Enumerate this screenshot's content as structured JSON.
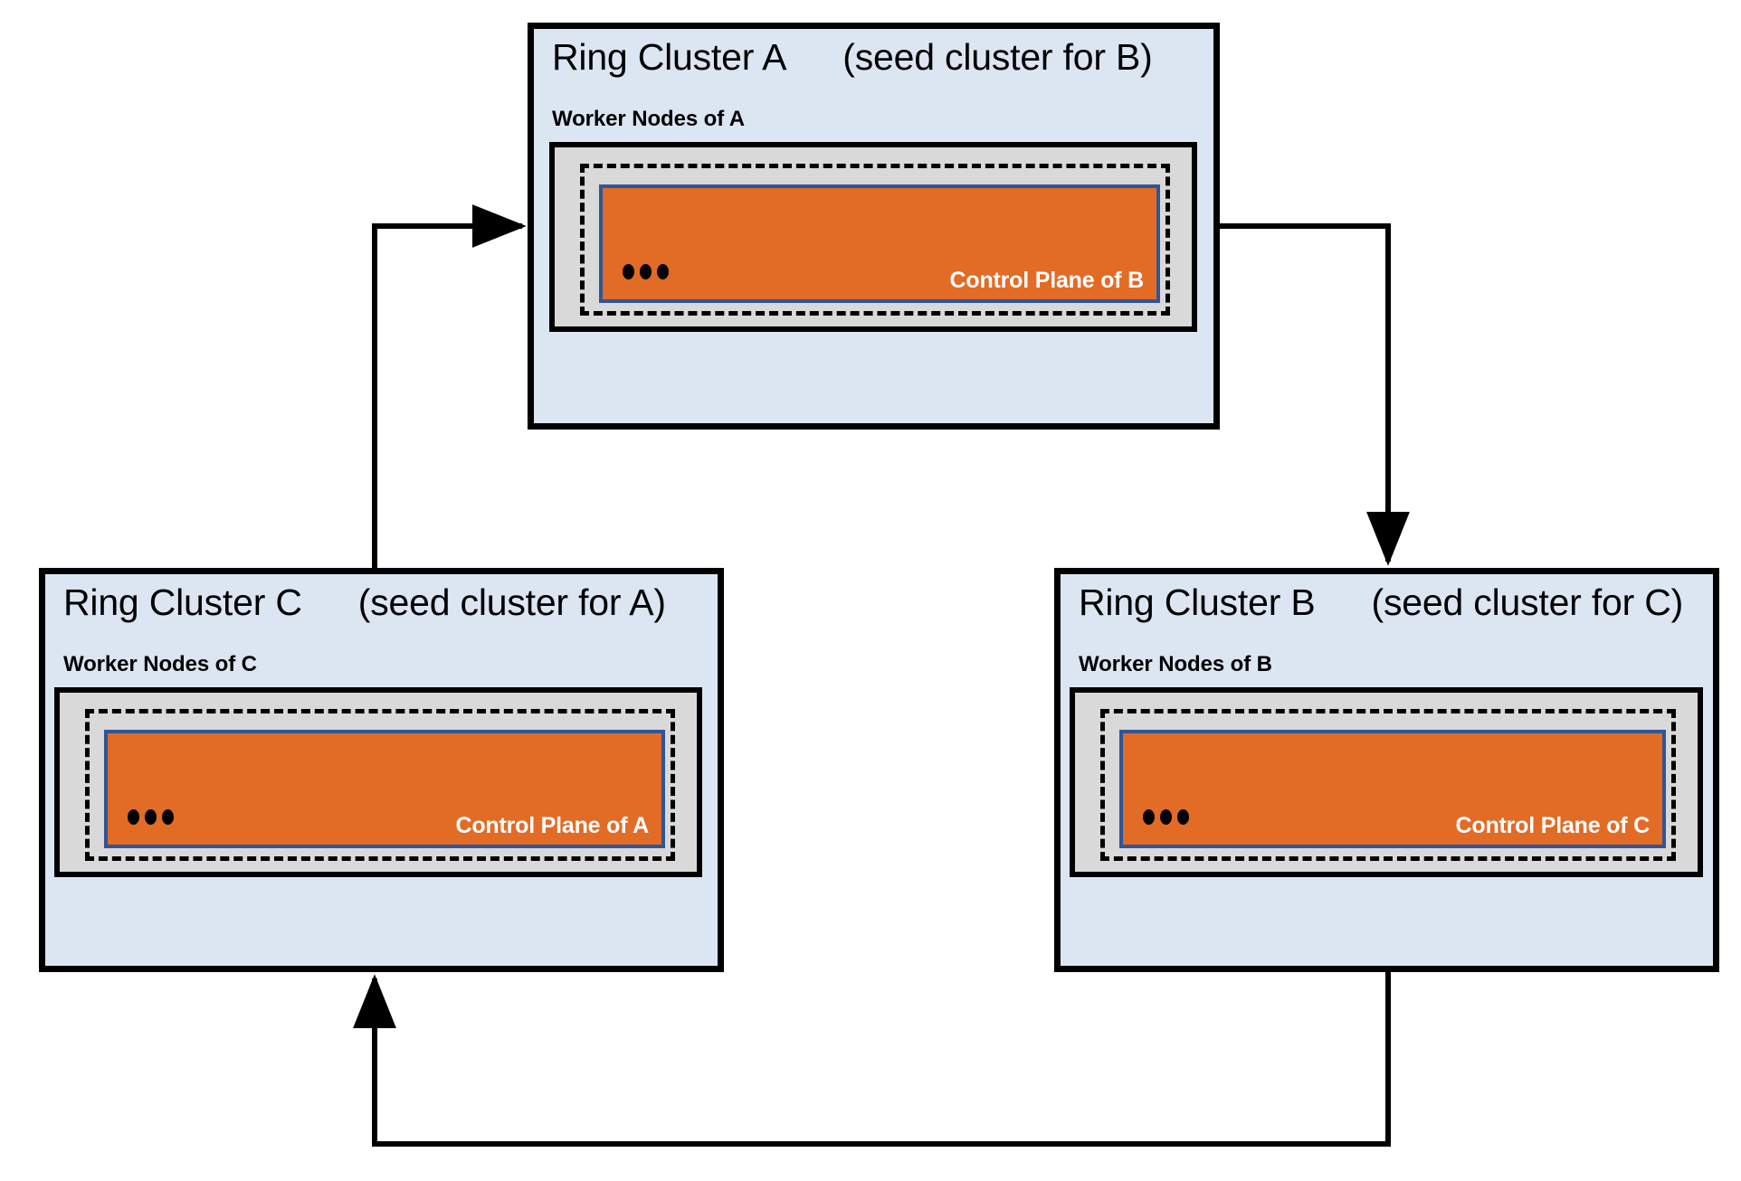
{
  "diagram": {
    "type": "ring-topology-cluster-diagram",
    "colors": {
      "cluster_fill": "#dce6f2",
      "worker_fill": "#d9d9d9",
      "control_plane_fill": "#e26b26",
      "control_plane_border": "#2f5597",
      "outline": "#000000",
      "control_plane_text": "#ffffff"
    },
    "clusters": [
      {
        "id": "a",
        "title": "Ring Cluster A",
        "seed_note": "(seed cluster for B)",
        "worker_label": "Worker Nodes of A",
        "control_plane_label": "Control Plane of B",
        "ellipsis": "•••"
      },
      {
        "id": "c",
        "title": "Ring Cluster C",
        "seed_note": "(seed cluster for A)",
        "worker_label": "Worker Nodes of C",
        "control_plane_label": "Control Plane of A",
        "ellipsis": "•••"
      },
      {
        "id": "b",
        "title": "Ring Cluster B",
        "seed_note": "(seed cluster for C)",
        "worker_label": "Worker Nodes of B",
        "control_plane_label": "Control Plane of C",
        "ellipsis": "•••"
      }
    ],
    "arrows": [
      {
        "id": "a-to-b",
        "from": "Ring Cluster A",
        "to": "Ring Cluster B"
      },
      {
        "id": "b-to-c",
        "from": "Ring Cluster B",
        "to": "Ring Cluster C"
      },
      {
        "id": "c-to-a",
        "from": "Ring Cluster C",
        "to": "Ring Cluster A"
      }
    ]
  }
}
